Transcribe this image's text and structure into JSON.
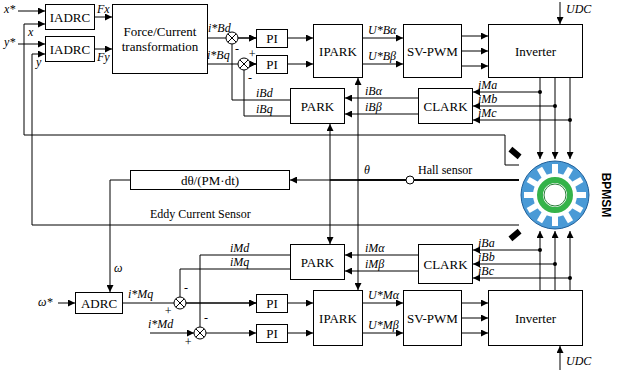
{
  "diagram": {
    "nodes": [
      {
        "text": [
          "IADRC"
        ]
      },
      {
        "text": [
          "IADRC"
        ]
      },
      {
        "text": [
          "Force/Current transformation"
        ]
      },
      {
        "text": [
          "PI"
        ]
      },
      {
        "text": [
          "PI"
        ]
      },
      {
        "text": [
          "IPARK"
        ]
      },
      {
        "text": [
          "SV-PWM"
        ]
      },
      {
        "text": [
          "Inverter"
        ]
      },
      {
        "text": [
          "PARK"
        ]
      },
      {
        "text": [
          "CLARK"
        ]
      },
      {
        "text": [
          "dθ/(PM·dt)"
        ]
      },
      {
        "text": [
          "PARK"
        ]
      },
      {
        "text": [
          "CLARK"
        ]
      },
      {
        "text": [
          "ADRC"
        ]
      },
      {
        "text": [
          "PI"
        ]
      },
      {
        "text": [
          "PI"
        ]
      },
      {
        "text": [
          "IPARK"
        ]
      },
      {
        "text": [
          "SV-PWM"
        ]
      },
      {
        "text": [
          "Inverter"
        ]
      },
      {
        "text": [
          "BPMSM"
        ]
      }
    ],
    "edges": [
      {
        "from": 0,
        "to": 2,
        "arrow": "to",
        "label": "Fx"
      },
      {
        "from": 1,
        "to": 2,
        "arrow": "to",
        "label": "Fy"
      },
      {
        "from": 2,
        "to": 3,
        "arrow": "to",
        "label": "i*Bd"
      },
      {
        "from": 2,
        "to": 4,
        "arrow": "to",
        "label": "i*Bq"
      },
      {
        "from": 8,
        "to": 3,
        "arrow": "to",
        "label": "iBd"
      },
      {
        "from": 8,
        "to": 4,
        "arrow": "to",
        "label": "iBq"
      },
      {
        "from": 3,
        "to": 5,
        "arrow": "to"
      },
      {
        "from": 4,
        "to": 5,
        "arrow": "to"
      },
      {
        "from": 5,
        "to": 6,
        "arrow": "to",
        "label": "U*Bα"
      },
      {
        "from": 5,
        "to": 6,
        "arrow": "to",
        "label": "U*Bβ"
      },
      {
        "from": 6,
        "to": 7,
        "arrow": "to"
      },
      {
        "from": 6,
        "to": 7,
        "arrow": "to"
      },
      {
        "from": 6,
        "to": 7,
        "arrow": "to"
      },
      {
        "from": 7,
        "to": 19,
        "arrow": "to"
      },
      {
        "from": 7,
        "to": 19,
        "arrow": "to"
      },
      {
        "from": 7,
        "to": 19,
        "arrow": "to"
      },
      {
        "from": 9,
        "to": 8,
        "arrow": "to",
        "label": "iBα"
      },
      {
        "from": 9,
        "to": 8,
        "arrow": "to",
        "label": "iBβ"
      },
      {
        "from": 19,
        "to": 8,
        "arrow": "to"
      },
      {
        "from": 19,
        "to": 5,
        "arrow": "to"
      },
      {
        "from": 19,
        "to": 11,
        "arrow": "to"
      },
      {
        "from": 19,
        "to": 16,
        "arrow": "to"
      },
      {
        "from": 19,
        "to": 10,
        "arrow": "to"
      },
      {
        "from": 10,
        "to": 13,
        "arrow": "to",
        "label": "ω"
      },
      {
        "from": 19,
        "to": 0,
        "arrow": "to",
        "label": "x"
      },
      {
        "from": 19,
        "to": 1,
        "arrow": "to",
        "label": "y"
      },
      {
        "from": 11,
        "to": 14,
        "arrow": "to",
        "label": "iMq"
      },
      {
        "from": 11,
        "to": 15,
        "arrow": "to",
        "label": "iMd"
      },
      {
        "from": 13,
        "to": 14,
        "arrow": "to",
        "label": "i*Mq"
      },
      {
        "from": 14,
        "to": 16,
        "arrow": "to"
      },
      {
        "from": 15,
        "to": 16,
        "arrow": "to"
      },
      {
        "from": 16,
        "to": 17,
        "arrow": "to",
        "label": "U*Mα"
      },
      {
        "from": 16,
        "to": 17,
        "arrow": "to",
        "label": "U*Mβ"
      },
      {
        "from": 17,
        "to": 18,
        "arrow": "to"
      },
      {
        "from": 17,
        "to": 18,
        "arrow": "to"
      },
      {
        "from": 17,
        "to": 18,
        "arrow": "to"
      },
      {
        "from": 18,
        "to": 19,
        "arrow": "to"
      },
      {
        "from": 18,
        "to": 19,
        "arrow": "to"
      },
      {
        "from": 18,
        "to": 19,
        "arrow": "to"
      },
      {
        "from": 12,
        "to": 11,
        "arrow": "to",
        "label": "iMα"
      },
      {
        "from": 12,
        "to": 11,
        "arrow": "to",
        "label": "iMβ"
      }
    ],
    "labels": [
      "x*",
      "y*",
      "-",
      "+",
      "-",
      "+",
      "-",
      "+",
      "-",
      "UDC",
      "UDC",
      "iMa",
      "iMb",
      "iMc",
      "iBa",
      "iBb",
      "iBc",
      "θ",
      "Hall sensor",
      "Eddy Current Sensor",
      "ω*",
      "i*Md"
    ]
  }
}
